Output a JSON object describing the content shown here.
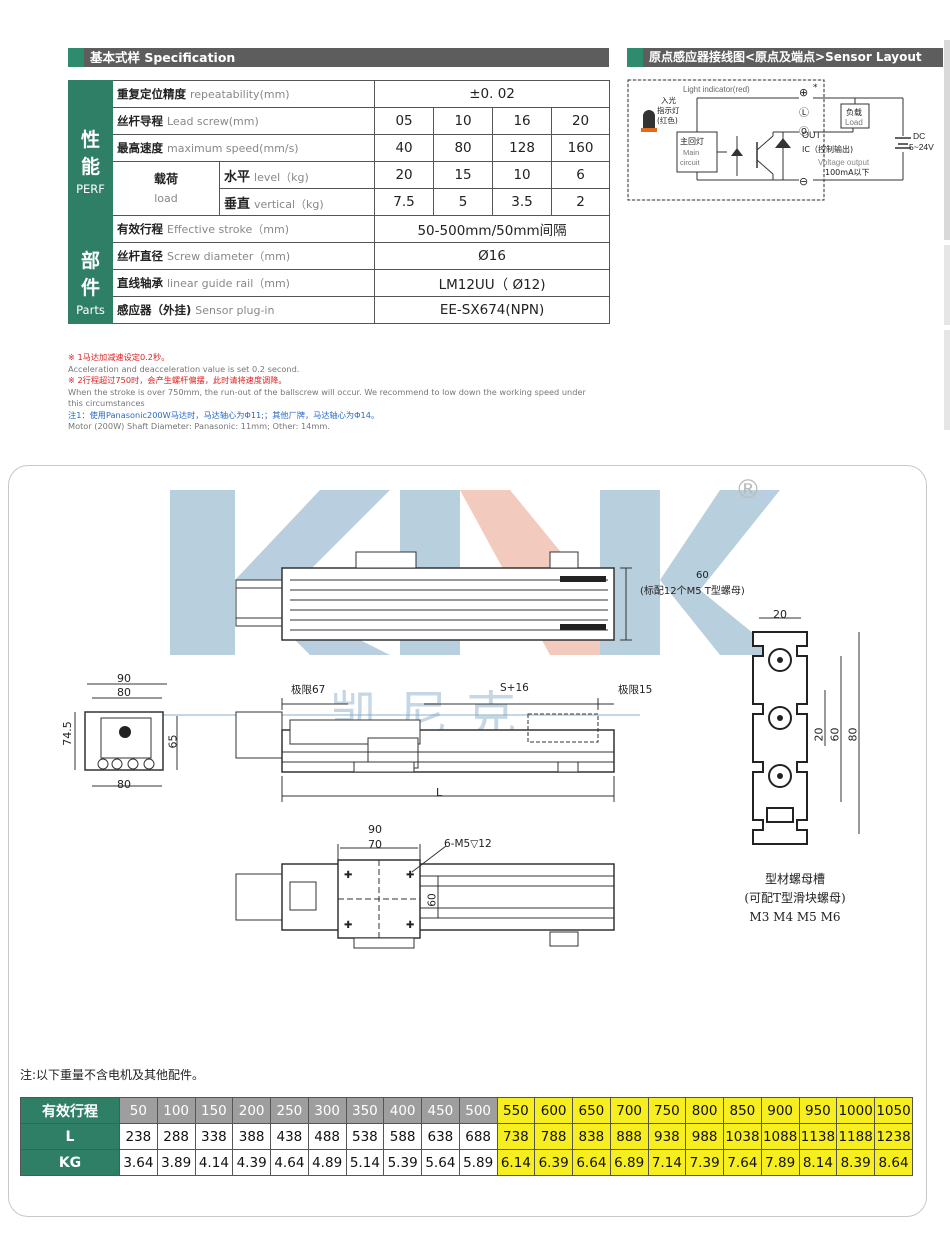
{
  "spec_section": {
    "title": "基本式样 Specification"
  },
  "sensor_section": {
    "title": "原点感应器接线图<原点及端点>Sensor Layout"
  },
  "spec": {
    "perf_cn_1": "性",
    "perf_cn_2": "能",
    "perf_en": "PERF",
    "parts_cn_1": "部",
    "parts_cn_2": "件",
    "parts_en": "Parts",
    "repeat_cn": "重复定位精度",
    "repeat_en": "repeatability(mm)",
    "repeat_val": "±0. 02",
    "lead_cn": "丝杆导程",
    "lead_en": "Lead screw(mm)",
    "lead_vals": [
      "05",
      "10",
      "16",
      "20"
    ],
    "speed_cn": "最高速度",
    "speed_en": "maximum speed(mm/s)",
    "speed_vals": [
      "40",
      "80",
      "128",
      "160"
    ],
    "load_cn": "载荷",
    "load_en": "load",
    "level_cn": "水平",
    "level_en": "level（kg)",
    "level_vals": [
      "20",
      "15",
      "10",
      "6"
    ],
    "vertical_cn": "垂直",
    "vertical_en": "vertical（kg)",
    "vertical_vals": [
      "7.5",
      "5",
      "3.5",
      "2"
    ],
    "stroke_cn": "有效行程",
    "stroke_en": "Effective stroke（mm)",
    "stroke_val": "50-500mm/50mm间隔",
    "screw_cn": "丝杆直径",
    "screw_en": "Screw diameter（mm)",
    "screw_val": "Ø16",
    "rail_cn": "直线轴承",
    "rail_en": "linear guide rail（mm)",
    "rail_val": "LM12UU（ Ø12)",
    "sensor_cn": "感应器（外挂)",
    "sensor_en": "Sensor plug-in",
    "sensor_val": "EE-SX674(NPN)"
  },
  "notes": {
    "n1_cn": "※ 1马达加减速设定0.2秒。",
    "n1_en": "Acceleration and deacceleration value is set 0.2 second.",
    "n2_cn": "※ 2行程超过750时，会产生螺杆偏摆，此时请将速度调降。",
    "n2_en": "When the stroke is over 750mm, the run-out of the ballscrew will occur. We recommend to low down the working speed under this circumstances",
    "n3_cn": "注1：使用Panasonic200W马达时，马达轴心为Φ11;；其他厂牌，马达轴心为Φ14。",
    "n3_en": "Motor (200W) Shaft Diameter: Panasonic: 11mm; Other: 14mm."
  },
  "sensor": {
    "light_indicator": "Light indicator(red)",
    "entry_light": "入光",
    "indicator_light": "指示灯",
    "red": "(红色)",
    "main_circuit_cn": "主回灯",
    "main_circuit_en_1": "Main",
    "main_circuit_en_2": "circuit",
    "load_cn": "负载",
    "load_en": "Load",
    "out": "OUT",
    "ic": "IC（控制输出)",
    "voltage": "Voltage output",
    "current": "100mA以下",
    "dc": "DC",
    "dc_range": "5~24V",
    "plus": "⊕",
    "minus": "⊖",
    "l_mark": "Ⓛ",
    "o_mark": "Ⓞ",
    "asterisk": "*"
  },
  "drawing": {
    "dim_60": "60",
    "tslot_note": "(标配12个M5 T型螺母)",
    "dim_90a": "90",
    "dim_80a": "80",
    "dim_745": "74.5",
    "dim_65": "65",
    "dim_80b": "80",
    "limit_left": "极限67",
    "s16": "S+16",
    "limit_right": "极限15",
    "dim_L": "L",
    "dim_90b": "90",
    "dim_70": "70",
    "dim_m5": "6-M5▽12",
    "dim_60b": "60",
    "profile_20a": "20",
    "profile_20b": "20",
    "profile_60": "60",
    "profile_80": "80",
    "profile_cap_1": "型材螺母槽",
    "profile_cap_2": "(可配T型滑块螺母)",
    "profile_cap_3": "M3  M4  M5  M6",
    "watermark_brand": "KNK",
    "watermark_cn": "凯尼克",
    "registered": "®"
  },
  "weights": {
    "note": "注:以下重量不含电机及其他配件。",
    "row_stroke": "有效行程",
    "row_L": "L",
    "row_KG": "KG",
    "strokes": [
      "50",
      "100",
      "150",
      "200",
      "250",
      "300",
      "350",
      "400",
      "450",
      "500",
      "550",
      "600",
      "650",
      "700",
      "750",
      "800",
      "850",
      "900",
      "950",
      "1000",
      "1050"
    ],
    "L": [
      "238",
      "288",
      "338",
      "388",
      "438",
      "488",
      "538",
      "588",
      "638",
      "688",
      "738",
      "788",
      "838",
      "888",
      "938",
      "988",
      "1038",
      "1088",
      "1138",
      "1188",
      "1238"
    ],
    "KG": [
      "3.64",
      "3.89",
      "4.14",
      "4.39",
      "4.64",
      "4.89",
      "5.14",
      "5.39",
      "5.64",
      "5.89",
      "6.14",
      "6.39",
      "6.64",
      "6.89",
      "7.14",
      "7.39",
      "7.64",
      "7.89",
      "8.14",
      "8.39",
      "8.64"
    ]
  }
}
